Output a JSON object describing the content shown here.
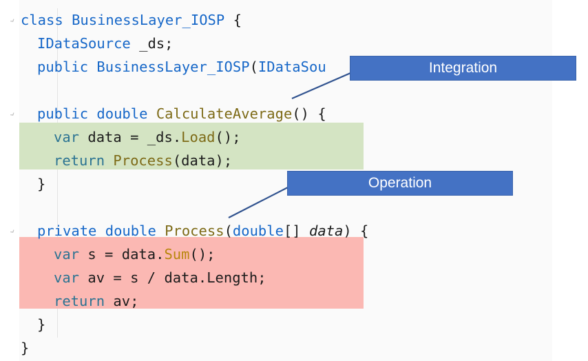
{
  "panel": {
    "background": "#fafafa",
    "page_background": "#ffffff"
  },
  "colors": {
    "keyword": "#1667c8",
    "control": "#2b7392",
    "method": "#7d6a16",
    "identifier": "#1b1b1b",
    "callout_fill": "#4472c4",
    "callout_text": "#ffffff",
    "leader_line": "#31538f",
    "highlight_integration": "#d4e4c3",
    "highlight_operation": "#fbb8b3"
  },
  "code": {
    "language": "csharp",
    "lines": [
      {
        "n": 1,
        "indent": 0,
        "gutter": "collapse-chevron",
        "text": "class BusinessLayer_IOSP {",
        "tokens": [
          {
            "t": "class",
            "c": "kw"
          },
          {
            "t": " ",
            "c": "pun"
          },
          {
            "t": "BusinessLayer_IOSP",
            "c": "typ"
          },
          {
            "t": " {",
            "c": "pun"
          }
        ]
      },
      {
        "n": 2,
        "indent": 1,
        "gutter": "",
        "text": "IDataSource _ds;",
        "tokens": [
          {
            "t": "IDataSource",
            "c": "typ"
          },
          {
            "t": " ",
            "c": "pun"
          },
          {
            "t": "_ds",
            "c": "id"
          },
          {
            "t": ";",
            "c": "pun"
          }
        ]
      },
      {
        "n": 3,
        "indent": 1,
        "gutter": "",
        "text": "public BusinessLayer_IOSP(IDataSou",
        "truncated": true,
        "tokens": [
          {
            "t": "public",
            "c": "kw"
          },
          {
            "t": " ",
            "c": "pun"
          },
          {
            "t": "BusinessLayer_IOSP",
            "c": "typ"
          },
          {
            "t": "(",
            "c": "pun"
          },
          {
            "t": "IDataSou",
            "c": "typ"
          }
        ]
      },
      {
        "n": 4,
        "indent": 0,
        "gutter": "",
        "text": "",
        "tokens": []
      },
      {
        "n": 5,
        "indent": 1,
        "gutter": "collapse-chevron",
        "text": "public double CalculateAverage() {",
        "tokens": [
          {
            "t": "public",
            "c": "kw"
          },
          {
            "t": " ",
            "c": "pun"
          },
          {
            "t": "double",
            "c": "kw"
          },
          {
            "t": " ",
            "c": "pun"
          },
          {
            "t": "CalculateAverage",
            "c": "mth"
          },
          {
            "t": "() {",
            "c": "pun"
          }
        ]
      },
      {
        "n": 6,
        "indent": 2,
        "gutter": "",
        "highlight": "integration",
        "text": "var data = _ds.Load();",
        "tokens": [
          {
            "t": "var",
            "c": "ctl"
          },
          {
            "t": " ",
            "c": "pun"
          },
          {
            "t": "data",
            "c": "id"
          },
          {
            "t": " = ",
            "c": "pun"
          },
          {
            "t": "_ds",
            "c": "id"
          },
          {
            "t": ".",
            "c": "pun"
          },
          {
            "t": "Load",
            "c": "mth"
          },
          {
            "t": "();",
            "c": "pun"
          }
        ]
      },
      {
        "n": 7,
        "indent": 2,
        "gutter": "",
        "highlight": "integration",
        "text": "return Process(data);",
        "tokens": [
          {
            "t": "return",
            "c": "ctl"
          },
          {
            "t": " ",
            "c": "pun"
          },
          {
            "t": "Process",
            "c": "mth"
          },
          {
            "t": "(",
            "c": "pun"
          },
          {
            "t": "data",
            "c": "id"
          },
          {
            "t": ");",
            "c": "pun"
          }
        ]
      },
      {
        "n": 8,
        "indent": 1,
        "gutter": "",
        "text": "}",
        "tokens": [
          {
            "t": "}",
            "c": "pun"
          }
        ]
      },
      {
        "n": 9,
        "indent": 0,
        "gutter": "",
        "text": "",
        "tokens": []
      },
      {
        "n": 10,
        "indent": 1,
        "gutter": "collapse-chevron",
        "text": "private double Process(double[] data) {",
        "tokens": [
          {
            "t": "private",
            "c": "kw"
          },
          {
            "t": " ",
            "c": "pun"
          },
          {
            "t": "double",
            "c": "kw"
          },
          {
            "t": " ",
            "c": "pun"
          },
          {
            "t": "Process",
            "c": "mth"
          },
          {
            "t": "(",
            "c": "pun"
          },
          {
            "t": "double",
            "c": "kw"
          },
          {
            "t": "[] ",
            "c": "pun"
          },
          {
            "t": "data",
            "c": "par"
          },
          {
            "t": ") {",
            "c": "pun"
          }
        ]
      },
      {
        "n": 11,
        "indent": 2,
        "gutter": "",
        "highlight": "operation",
        "text": "var s = data.Sum();",
        "tokens": [
          {
            "t": "var",
            "c": "ctl"
          },
          {
            "t": " ",
            "c": "pun"
          },
          {
            "t": "s",
            "c": "id"
          },
          {
            "t": " = ",
            "c": "pun"
          },
          {
            "t": "data",
            "c": "id"
          },
          {
            "t": ".",
            "c": "pun"
          },
          {
            "t": "Sum",
            "c": "mth2"
          },
          {
            "t": "();",
            "c": "pun"
          }
        ]
      },
      {
        "n": 12,
        "indent": 2,
        "gutter": "",
        "highlight": "operation",
        "text": "var av = s / data.Length;",
        "tokens": [
          {
            "t": "var",
            "c": "ctl"
          },
          {
            "t": " ",
            "c": "pun"
          },
          {
            "t": "av",
            "c": "id"
          },
          {
            "t": " = ",
            "c": "pun"
          },
          {
            "t": "s",
            "c": "id"
          },
          {
            "t": " / ",
            "c": "pun"
          },
          {
            "t": "data",
            "c": "id"
          },
          {
            "t": ".",
            "c": "pun"
          },
          {
            "t": "Length",
            "c": "id"
          },
          {
            "t": ";",
            "c": "pun"
          }
        ]
      },
      {
        "n": 13,
        "indent": 2,
        "gutter": "",
        "highlight": "operation",
        "text": "return av;",
        "tokens": [
          {
            "t": "return",
            "c": "ctl"
          },
          {
            "t": " ",
            "c": "pun"
          },
          {
            "t": "av",
            "c": "id"
          },
          {
            "t": ";",
            "c": "pun"
          }
        ]
      },
      {
        "n": 14,
        "indent": 1,
        "gutter": "",
        "text": "}",
        "tokens": [
          {
            "t": "}",
            "c": "pun"
          }
        ]
      },
      {
        "n": 15,
        "indent": 0,
        "gutter": "",
        "text": "}",
        "tokens": [
          {
            "t": "}",
            "c": "pun"
          }
        ]
      }
    ]
  },
  "annotations": {
    "integration": {
      "label": "Integration",
      "target_line": 5,
      "target_text": "public double CalculateAverage() {"
    },
    "operation": {
      "label": "Operation",
      "target_line": 10,
      "target_text": "private double Process(double[] data) {"
    }
  }
}
